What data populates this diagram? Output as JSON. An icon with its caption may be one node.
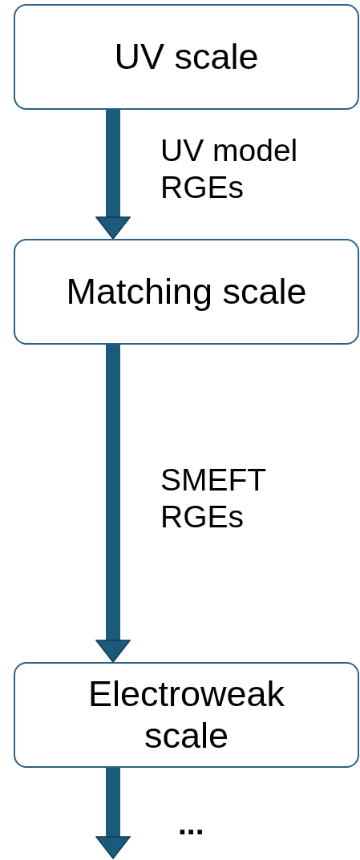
{
  "diagram": {
    "nodes": [
      {
        "text": [
          "UV scale"
        ]
      },
      {
        "text": [
          "Matching scale"
        ]
      },
      {
        "text": [
          "Electroweak scale"
        ]
      }
    ],
    "edges": [
      {
        "from": 0,
        "to": 1,
        "arrow": "to",
        "label": "UV model RGEs"
      },
      {
        "from": 1,
        "to": 2,
        "arrow": "to",
        "label": "SMEFT RGEs"
      },
      {
        "from": 2,
        "to": null,
        "arrow": "to"
      }
    ],
    "labels": [
      "..."
    ]
  }
}
